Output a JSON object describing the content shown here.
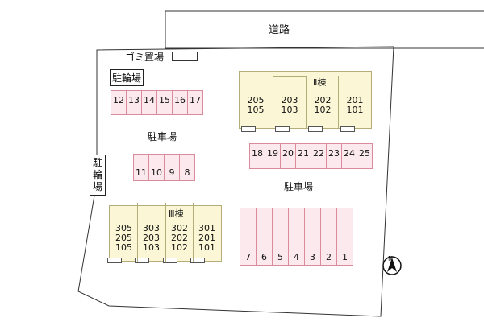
{
  "road_label": "道路",
  "garbage_label": "ゴミ置場",
  "bicycle_top_label": "駐輪場",
  "bicycle_side_label": [
    "駐",
    "輪",
    "場"
  ],
  "parking_label_top": "駐車場",
  "parking_label_right": "駐車場",
  "building_I_label": "Ⅱ棟",
  "building_II_label": "Ⅲ棟",
  "stalls_top_left": [
    "12",
    "13",
    "14",
    "15",
    "16",
    "17"
  ],
  "stalls_middle_left": [
    "11",
    "10",
    "9",
    "8"
  ],
  "stalls_middle_right": [
    "18",
    "19",
    "20",
    "21",
    "22",
    "23",
    "24",
    "25"
  ],
  "stalls_bottom_right": [
    "7",
    "6",
    "5",
    "4",
    "3",
    "2",
    "1"
  ],
  "building_I_units": [
    {
      "top": "205",
      "bottom": "105"
    },
    {
      "top": "203",
      "bottom": "103"
    },
    {
      "top": "202",
      "bottom": "102"
    },
    {
      "top": "201",
      "bottom": "101"
    }
  ],
  "building_II_units": [
    {
      "lines": [
        "305",
        "205",
        "105"
      ]
    },
    {
      "lines": [
        "303",
        "203",
        "103"
      ]
    },
    {
      "lines": [
        "302",
        "202",
        "102"
      ]
    },
    {
      "lines": [
        "301",
        "201",
        "101"
      ]
    }
  ],
  "compass_label": "N",
  "colors": {
    "parking_fill": "#fbe9ee",
    "parking_border": "#d98a9c",
    "building_fill": "#fbf7d6",
    "building_border": "#b5ad78",
    "lot_outline": "#333333"
  },
  "icons": {
    "compass": "north-arrow-icon"
  }
}
